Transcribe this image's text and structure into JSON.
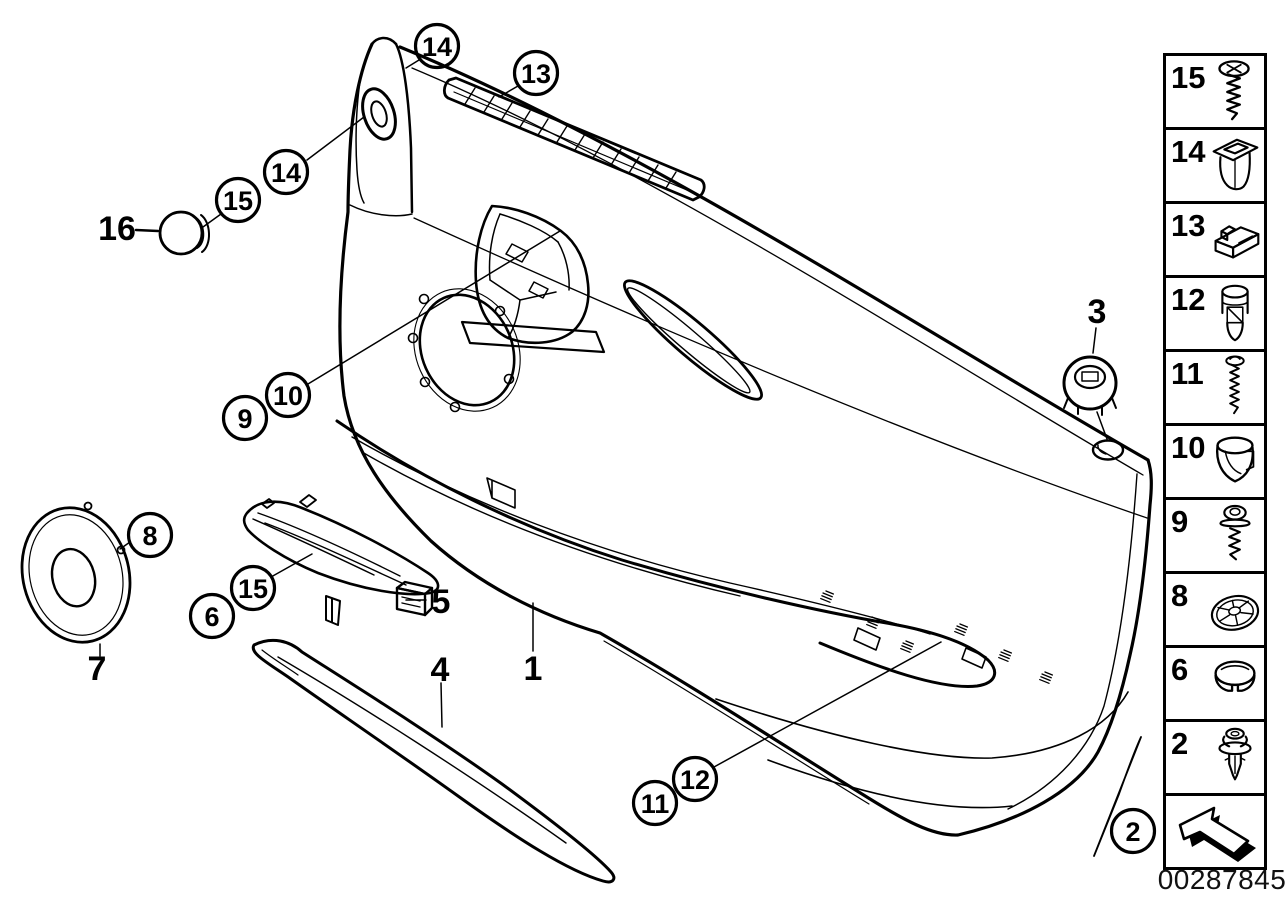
{
  "colors": {
    "line": "#000000",
    "background": "#ffffff"
  },
  "part_number": "00287845",
  "callouts": [
    {
      "label": "14",
      "circled": true
    },
    {
      "label": "13",
      "circled": true
    },
    {
      "label": "14",
      "circled": true
    },
    {
      "label": "15",
      "circled": true
    },
    {
      "label": "16",
      "circled": false
    },
    {
      "label": "10",
      "circled": true
    },
    {
      "label": "9",
      "circled": true
    },
    {
      "label": "8",
      "circled": true
    },
    {
      "label": "7",
      "circled": false
    },
    {
      "label": "15",
      "circled": true
    },
    {
      "label": "6",
      "circled": true
    },
    {
      "label": "5",
      "circled": false
    },
    {
      "label": "4",
      "circled": false
    },
    {
      "label": "1",
      "circled": false
    },
    {
      "label": "12",
      "circled": true
    },
    {
      "label": "11",
      "circled": true
    },
    {
      "label": "3",
      "circled": false
    },
    {
      "label": "2",
      "circled": true
    }
  ],
  "sidebar": {
    "items": [
      {
        "number": "15",
        "icon": "pan-head-screw"
      },
      {
        "number": "14",
        "icon": "expansion-nut"
      },
      {
        "number": "13",
        "icon": "retaining-clip"
      },
      {
        "number": "12",
        "icon": "snap-in-clip"
      },
      {
        "number": "11",
        "icon": "long-screw"
      },
      {
        "number": "10",
        "icon": "holder-clip"
      },
      {
        "number": "9",
        "icon": "screw-with-washer"
      },
      {
        "number": "8",
        "icon": "cover-grommet"
      },
      {
        "number": "6",
        "icon": "plug-cap"
      },
      {
        "number": "2",
        "icon": "expansion-rivet"
      }
    ],
    "footer_icon": "direction-arrow"
  }
}
